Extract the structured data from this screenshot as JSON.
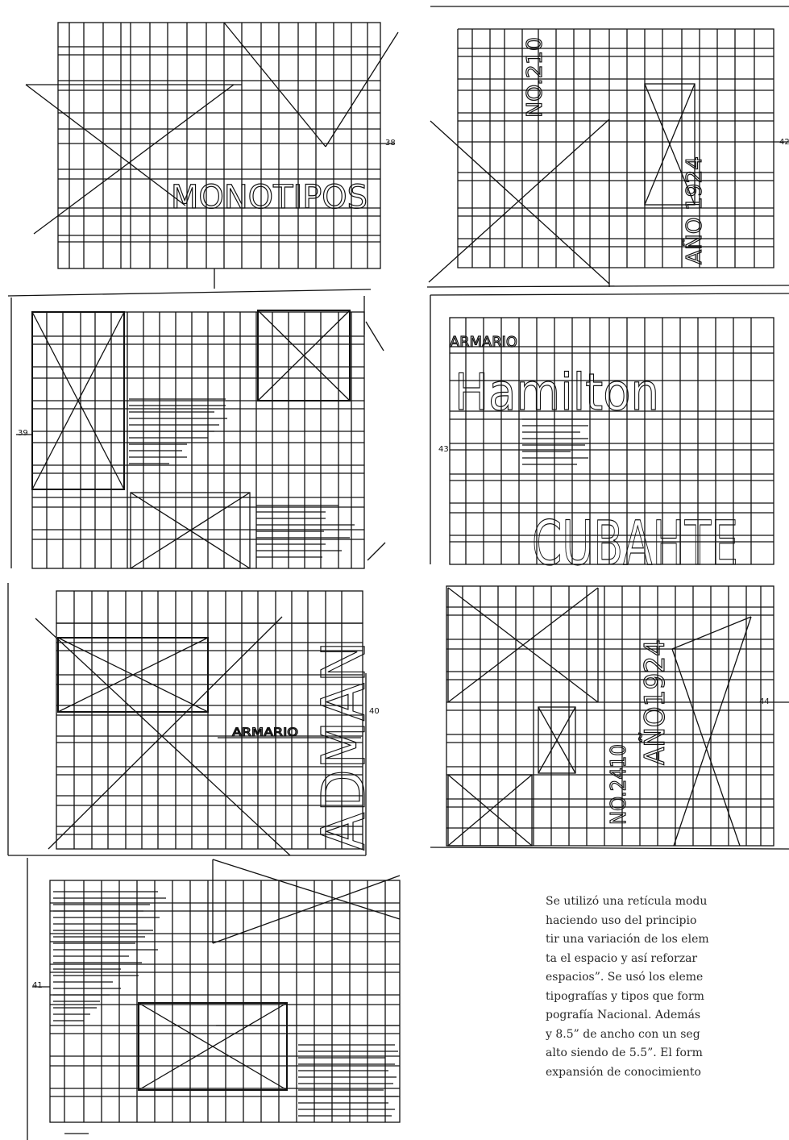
{
  "sketches": [
    {
      "id": "38",
      "page_number": "38",
      "title": "MONOTIPOS"
    },
    {
      "id": "42",
      "page_number": "42",
      "labels": [
        "NO.210",
        "AÑO 1924"
      ]
    },
    {
      "id": "39",
      "page_number": "39"
    },
    {
      "id": "43",
      "page_number": "43",
      "labels": [
        "ARMARIO",
        "Hamilton",
        "CUBAHTE"
      ]
    },
    {
      "id": "40",
      "page_number": "40",
      "labels": [
        "ARMARIO",
        "ADMAN"
      ]
    },
    {
      "id": "44",
      "page_number": "44",
      "labels": [
        "NO.2410",
        "AÑO1924"
      ]
    },
    {
      "id": "41",
      "page_number": "41"
    }
  ],
  "body_text": [
    "Se utilizó una retícula modu",
    "haciendo uso del principio",
    "tir una variación de los elem",
    "ta el espacio y así reforzar",
    "espacios”. Se usó los eleme",
    "tipografías y tipos que form",
    "pografía Nacional. Además",
    "y 8.5” de ancho con un seg",
    "alto siendo de 5.5”. El form",
    "expansión de conocimiento"
  ]
}
